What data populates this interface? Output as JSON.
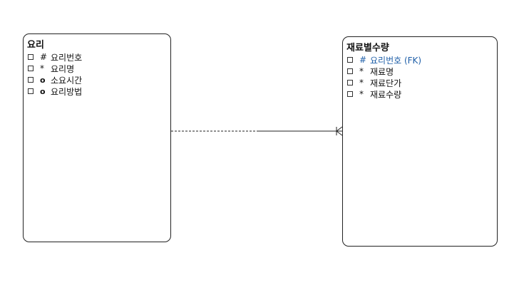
{
  "entities": [
    {
      "title": "요리",
      "attributes": [
        {
          "symbol": "#",
          "name": "요리번호"
        },
        {
          "symbol": "*",
          "name": "요리명"
        },
        {
          "symbol": "o",
          "name": "소요시간"
        },
        {
          "symbol": "o",
          "name": "요리방법"
        }
      ]
    },
    {
      "title": "재료별수량",
      "attributes": [
        {
          "symbol": "#",
          "name": "요리번호 (FK)",
          "fk": true
        },
        {
          "symbol": "*",
          "name": "재료명"
        },
        {
          "symbol": "*",
          "name": "재료단가"
        },
        {
          "symbol": "*",
          "name": "재료수량"
        }
      ]
    }
  ],
  "relationship": {
    "from": "요리",
    "to": "재료별수량",
    "from_end": "optional",
    "to_end": "many"
  }
}
